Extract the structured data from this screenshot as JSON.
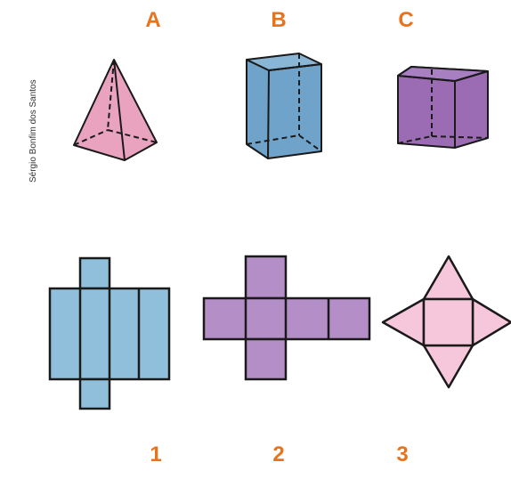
{
  "solid_labels": [
    "A",
    "B",
    "C"
  ],
  "net_labels": [
    "1",
    "2",
    "3"
  ],
  "credit": "Sérgio Bonfim dos Santos",
  "colors": {
    "label": "#e8731c",
    "pyramid_fill": "#e9a3bf",
    "prism_fill": "#6fa3c9",
    "cube_fill": "#9b6bb3",
    "net_prism_fill": "#8fbfda",
    "net_cube_fill": "#b48ec6",
    "net_pyramid_fill": "#f6c7da",
    "stroke": "#1a1a1a"
  },
  "solids": [
    {
      "label": "A",
      "shape": "square pyramid"
    },
    {
      "label": "B",
      "shape": "rectangular prism"
    },
    {
      "label": "C",
      "shape": "cube"
    }
  ],
  "nets": [
    {
      "label": "1",
      "shape": "rectangular prism net"
    },
    {
      "label": "2",
      "shape": "cube net"
    },
    {
      "label": "3",
      "shape": "square pyramid net"
    }
  ]
}
